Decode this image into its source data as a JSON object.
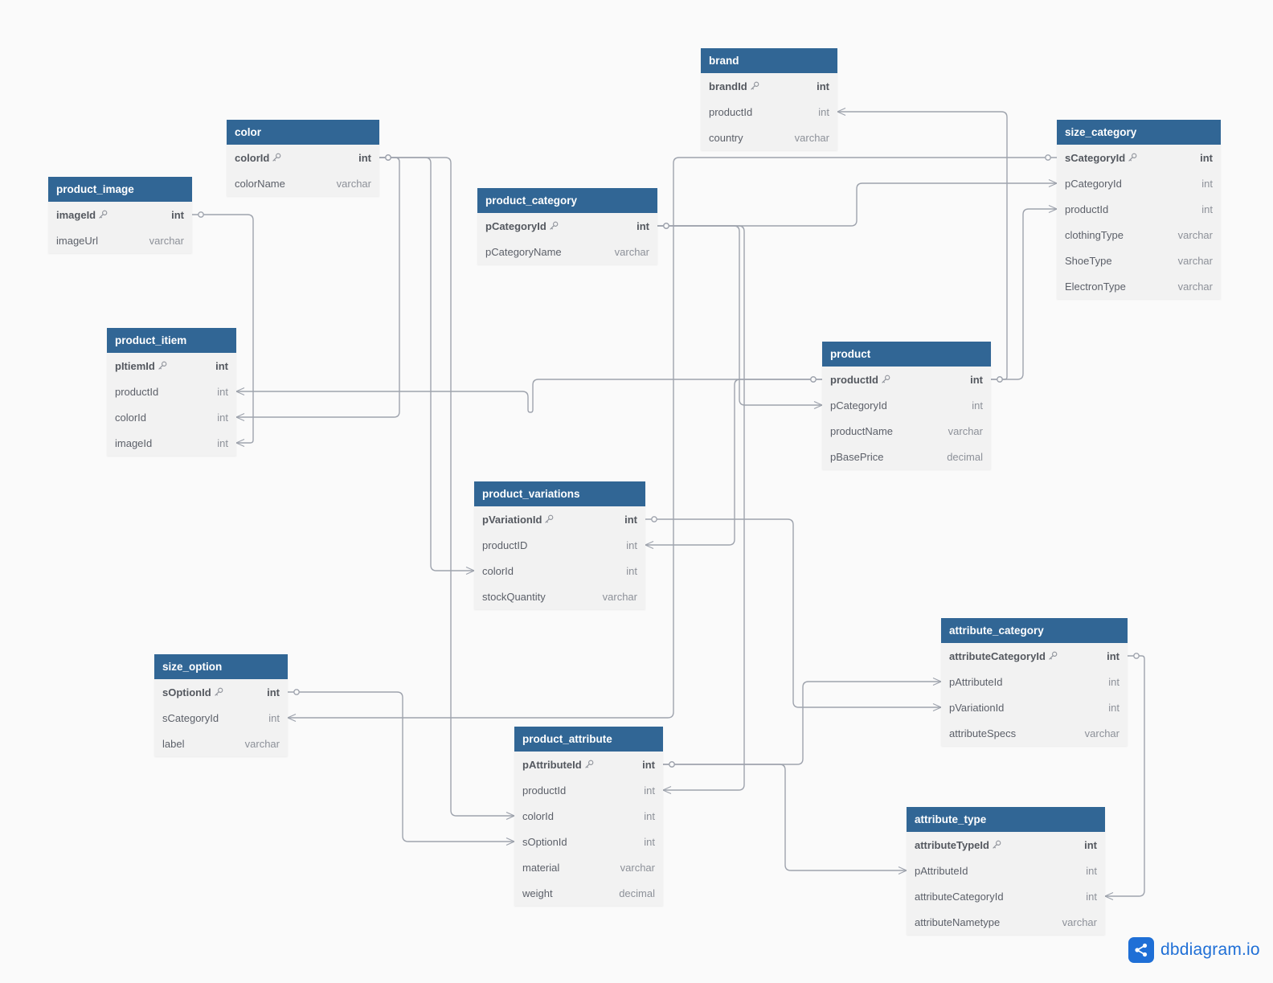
{
  "diagram": {
    "tables": [
      {
        "id": "brand",
        "name": "brand",
        "fields": [
          {
            "name": "brandId",
            "type": "int",
            "pk": true
          },
          {
            "name": "productId",
            "type": "int"
          },
          {
            "name": "country",
            "type": "varchar"
          }
        ]
      },
      {
        "id": "color",
        "name": "color",
        "fields": [
          {
            "name": "colorId",
            "type": "int",
            "pk": true
          },
          {
            "name": "colorName",
            "type": "varchar"
          }
        ]
      },
      {
        "id": "product_image",
        "name": "product_image",
        "fields": [
          {
            "name": "imageId",
            "type": "int",
            "pk": true
          },
          {
            "name": "imageUrl",
            "type": "varchar"
          }
        ]
      },
      {
        "id": "product_category",
        "name": "product_category",
        "fields": [
          {
            "name": "pCategoryId",
            "type": "int",
            "pk": true
          },
          {
            "name": "pCategoryName",
            "type": "varchar"
          }
        ]
      },
      {
        "id": "size_category",
        "name": "size_category",
        "fields": [
          {
            "name": "sCategoryId",
            "type": "int",
            "pk": true
          },
          {
            "name": "pCategoryId",
            "type": "int"
          },
          {
            "name": "productId",
            "type": "int"
          },
          {
            "name": "clothingType",
            "type": "varchar"
          },
          {
            "name": "ShoeType",
            "type": "varchar"
          },
          {
            "name": "ElectronType",
            "type": "varchar"
          }
        ]
      },
      {
        "id": "product_itiem",
        "name": "product_itiem",
        "fields": [
          {
            "name": "pItiemId",
            "type": "int",
            "pk": true
          },
          {
            "name": "productId",
            "type": "int"
          },
          {
            "name": "colorId",
            "type": "int"
          },
          {
            "name": "imageId",
            "type": "int"
          }
        ]
      },
      {
        "id": "product",
        "name": "product",
        "fields": [
          {
            "name": "productId",
            "type": "int",
            "pk": true
          },
          {
            "name": "pCategoryId",
            "type": "int"
          },
          {
            "name": "productName",
            "type": "varchar"
          },
          {
            "name": "pBasePrice",
            "type": "decimal"
          }
        ]
      },
      {
        "id": "product_variations",
        "name": "product_variations",
        "fields": [
          {
            "name": "pVariationId",
            "type": "int",
            "pk": true
          },
          {
            "name": "productID",
            "type": "int"
          },
          {
            "name": "colorId",
            "type": "int"
          },
          {
            "name": "stockQuantity",
            "type": "varchar"
          }
        ]
      },
      {
        "id": "attribute_category",
        "name": "attribute_category",
        "fields": [
          {
            "name": "attributeCategoryId",
            "type": "int",
            "pk": true
          },
          {
            "name": "pAttributeId",
            "type": "int"
          },
          {
            "name": "pVariationId",
            "type": "int"
          },
          {
            "name": "attributeSpecs",
            "type": "varchar"
          }
        ]
      },
      {
        "id": "size_option",
        "name": "size_option",
        "fields": [
          {
            "name": "sOptionId",
            "type": "int",
            "pk": true
          },
          {
            "name": "sCategoryId",
            "type": "int"
          },
          {
            "name": "label",
            "type": "varchar"
          }
        ]
      },
      {
        "id": "product_attribute",
        "name": "product_attribute",
        "fields": [
          {
            "name": "pAttributeId",
            "type": "int",
            "pk": true
          },
          {
            "name": "productId",
            "type": "int"
          },
          {
            "name": "colorId",
            "type": "int"
          },
          {
            "name": "sOptionId",
            "type": "int"
          },
          {
            "name": "material",
            "type": "varchar"
          },
          {
            "name": "weight",
            "type": "decimal"
          }
        ]
      },
      {
        "id": "attribute_type",
        "name": "attribute_type",
        "fields": [
          {
            "name": "attributeTypeId",
            "type": "int",
            "pk": true
          },
          {
            "name": "pAttributeId",
            "type": "int"
          },
          {
            "name": "attributeCategoryId",
            "type": "int"
          },
          {
            "name": "attributeNametype",
            "type": "varchar"
          }
        ]
      }
    ],
    "relationships": [
      {
        "from": "product_image.imageId",
        "to": "product_itiem.imageId",
        "cardinality": "one-to-many"
      },
      {
        "from": "color.colorId",
        "to": "product_itiem.colorId",
        "cardinality": "one-to-many"
      },
      {
        "from": "color.colorId",
        "to": "product_variations.colorId",
        "cardinality": "one-to-many"
      },
      {
        "from": "color.colorId",
        "to": "product_attribute.colorId",
        "cardinality": "one-to-many"
      },
      {
        "from": "product.productId",
        "to": "product_itiem.productId",
        "cardinality": "one-to-many"
      },
      {
        "from": "product.productId",
        "to": "brand.productId",
        "cardinality": "one-to-many"
      },
      {
        "from": "product.productId",
        "to": "size_category.productId",
        "cardinality": "one-to-many"
      },
      {
        "from": "product.productId",
        "to": "product_variations.productID",
        "cardinality": "one-to-many"
      },
      {
        "from": "product_category.pCategoryId",
        "to": "product.pCategoryId",
        "cardinality": "one-to-many"
      },
      {
        "from": "product_category.pCategoryId",
        "to": "size_category.pCategoryId",
        "cardinality": "one-to-many"
      },
      {
        "from": "product_category.pCategoryId",
        "to": "product_attribute.productId",
        "cardinality": "one-to-many"
      },
      {
        "from": "size_category.sCategoryId",
        "to": "size_option.sCategoryId",
        "cardinality": "one-to-many"
      },
      {
        "from": "size_option.sOptionId",
        "to": "product_attribute.sOptionId",
        "cardinality": "one-to-many"
      },
      {
        "from": "product_variations.pVariationId",
        "to": "attribute_category.pVariationId",
        "cardinality": "one-to-many"
      },
      {
        "from": "product_attribute.pAttributeId",
        "to": "attribute_category.pAttributeId",
        "cardinality": "one-to-many"
      },
      {
        "from": "product_attribute.pAttributeId",
        "to": "attribute_type.pAttributeId",
        "cardinality": "one-to-many"
      },
      {
        "from": "attribute_category.attributeCategoryId",
        "to": "attribute_type.attributeCategoryId",
        "cardinality": "one-to-many"
      }
    ]
  },
  "branding": {
    "logo_text": "dbdiagram.io",
    "logo_icon": "share-nodes-icon"
  },
  "colors": {
    "header": "#316695",
    "body": "#f2f2f2",
    "line": "#9ea3ad",
    "background": "#fafafa",
    "brand": "#1f6fd6"
  },
  "key_icon": "key-icon"
}
